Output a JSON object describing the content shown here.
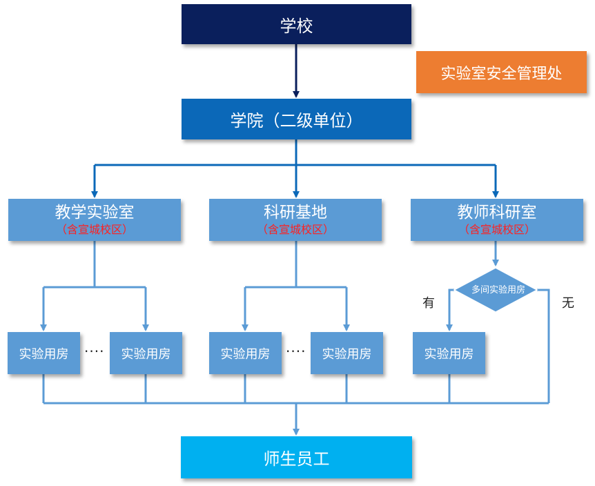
{
  "school": "学校",
  "office": "实验室安全管理处",
  "college": "学院（二级单位）",
  "categories": [
    {
      "title": "教学实验室",
      "note": "（含宣城校区）"
    },
    {
      "title": "科研基地",
      "note": "（含宣城校区）"
    },
    {
      "title": "教师科研室",
      "note": "（含宣城校区）"
    }
  ],
  "room": "实验用房",
  "ellipsis": "····",
  "decision": "多间实验用房",
  "yes": "有",
  "no": "无",
  "staff": "师生员工",
  "colors": {
    "school": "#0a1f5c",
    "office": "#ed7d31",
    "college": "#0b68b8",
    "mid": "#5b9bd5",
    "staff": "#00b0f0",
    "connector_dark": "#0a1f5c",
    "connector_blue": "#0b68b8",
    "connector_light": "#5b9bd5",
    "note_red": "#ff2020"
  }
}
